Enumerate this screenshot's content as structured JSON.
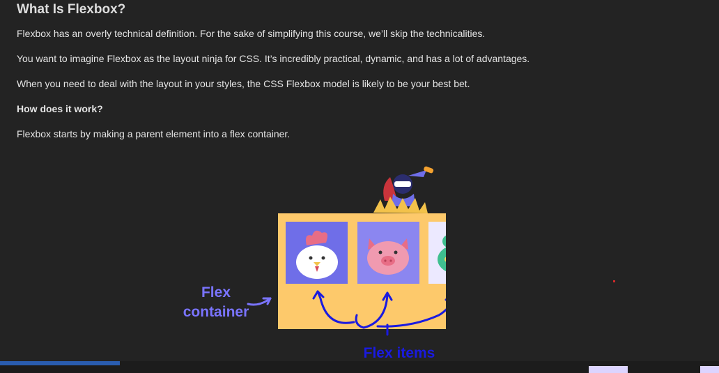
{
  "article": {
    "title": "What Is Flexbox?",
    "paragraphs": [
      "Flexbox has an overly technical definition. For the sake of simplifying this course, we’ll skip the technicalities.",
      "You want to imagine Flexbox as the layout ninja for CSS. It’s incredibly practical, dynamic, and has a lot of advantages.",
      "When you need to deal with the layout in your styles, the CSS Flexbox model is likely to be your best bet.",
      "How does it work?",
      "Flexbox starts by making a parent element into a flex container."
    ]
  },
  "illustration": {
    "container_label_line1": "Flex",
    "container_label_line2": "container",
    "items_label": "Flex items",
    "items": [
      "chicken",
      "pig",
      "frog"
    ],
    "colors": {
      "container": "#fdc96b",
      "chicken_bg": "#6f6ee8",
      "pig_bg": "#8b86f0",
      "frog_bg": "#ece9ff",
      "label_purple": "#7a74ff",
      "label_blue": "#1a1ae0"
    }
  },
  "progress": {
    "fraction": 0.167,
    "color": "#2a5db0"
  }
}
